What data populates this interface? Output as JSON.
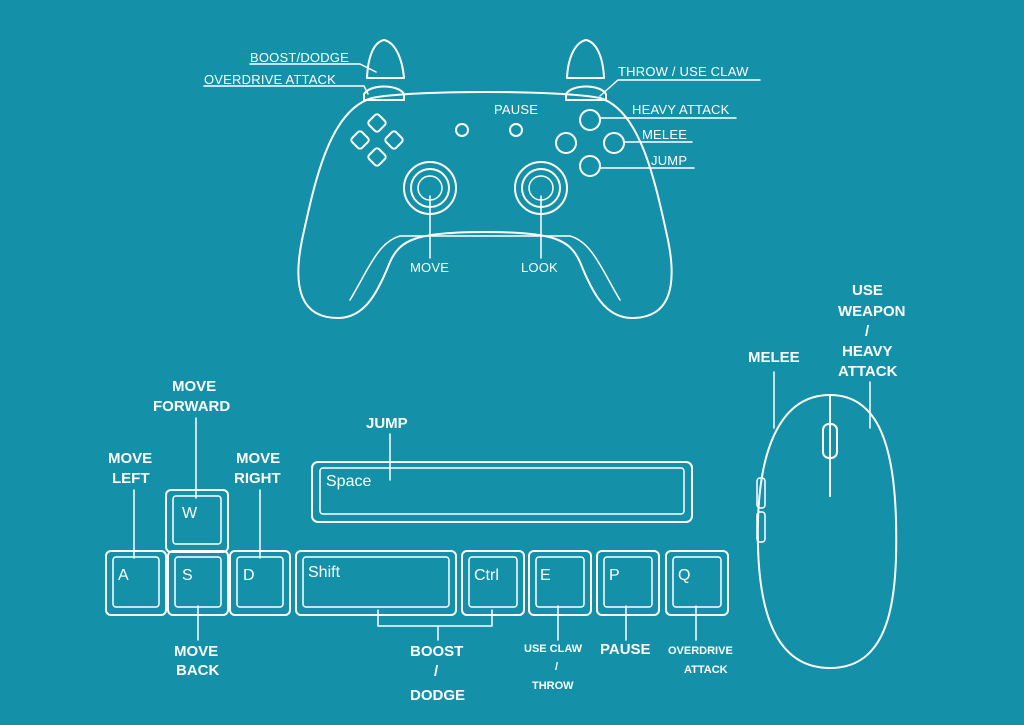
{
  "controller": {
    "boost_dodge": "BOOST/DODGE",
    "overdrive_attack": "OVERDRIVE ATTACK",
    "pause": "PAUSE",
    "throw_use_claw": "THROW / USE CLAW",
    "heavy_attack": "HEAVY ATTACK",
    "melee": "MELEE",
    "jump": "JUMP",
    "move": "MOVE",
    "look": "LOOK"
  },
  "keyboard": {
    "keys": {
      "space": "Space",
      "w": "W",
      "a": "A",
      "s": "S",
      "d": "D",
      "shift": "Shift",
      "ctrl": "Ctrl",
      "e": "E",
      "p": "P",
      "q": "Q"
    },
    "labels": {
      "jump": "JUMP",
      "move_forward_1": "MOVE",
      "move_forward_2": "FORWARD",
      "move_left_1": "MOVE",
      "move_left_2": "LEFT",
      "move_right_1": "MOVE",
      "move_right_2": "RIGHT",
      "move_back_1": "MOVE",
      "move_back_2": "BACK",
      "boost": "BOOST",
      "slash": "/",
      "dodge": "DODGE",
      "use_claw": "USE CLAW",
      "throw": "THROW",
      "pause": "PAUSE",
      "overdrive_1": "OVERDRIVE",
      "overdrive_2": "ATTACK"
    }
  },
  "mouse": {
    "melee": "MELEE",
    "use": "USE",
    "weapon": "WEAPON",
    "slash": "/",
    "heavy": "HEAVY",
    "attack": "ATTACK"
  },
  "colors": {
    "background": "#1491a8",
    "line": "#ffffff"
  }
}
